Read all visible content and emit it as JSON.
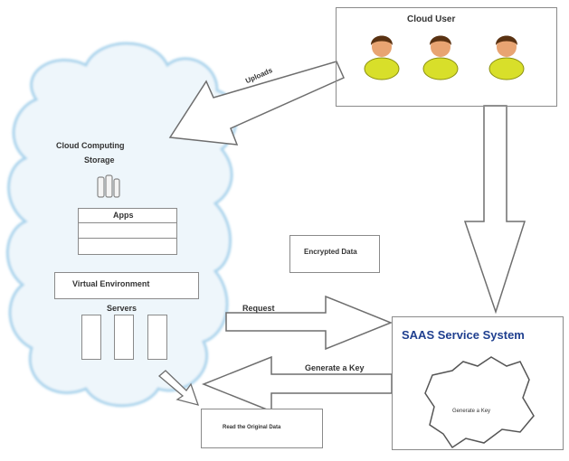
{
  "diagram": {
    "cloud_user": {
      "title": "Cloud User"
    },
    "cloud_storage": {
      "title_line1": "Cloud Computing",
      "title_line2": "Storage",
      "apps_label": "Apps",
      "virtual_env_label": "Virtual Environment",
      "servers_label": "Servers"
    },
    "encrypted_data": {
      "label": "Encrypted Data"
    },
    "saas": {
      "title": "SAAS Service System",
      "inner_label": "Generate a Key"
    },
    "read_original": {
      "label": "Read the Original Data"
    },
    "arrows": {
      "uploads": "Uploads",
      "request": "Request",
      "generate_key": "Generate a Key"
    },
    "colors": {
      "cloud_fill": "#eef6fb",
      "cloud_stroke": "#a9d3ec",
      "box_stroke": "#8a8a8a",
      "user_body": "#d8df2a",
      "user_skin": "#e8a472",
      "user_hair": "#5a3212",
      "saas_title": "#1f3f8f"
    }
  }
}
